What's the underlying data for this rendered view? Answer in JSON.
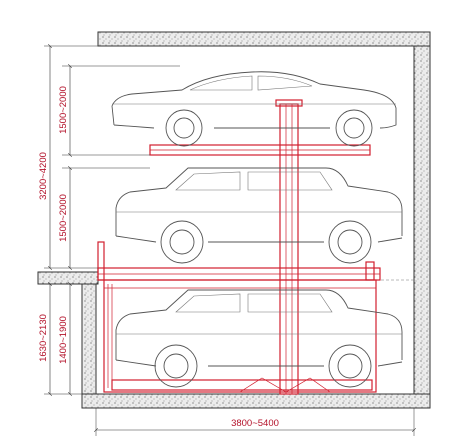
{
  "dimensions": {
    "upper_height": "1500~2000",
    "middle_height": "1500~2000",
    "top_span": "3200~4200",
    "lower_span": "1630~2130",
    "lower_height": "1400~1900",
    "pit_width": "3800~5400"
  },
  "colors": {
    "steel": "#d11f2e",
    "concrete": "#ebebeb",
    "car_outline": "#555555",
    "dimension_text": "#b3122a"
  },
  "icons": {
    "upper_vehicle": "sedan-icon",
    "middle_vehicle": "suv-icon",
    "lower_vehicle": "suv-icon"
  }
}
